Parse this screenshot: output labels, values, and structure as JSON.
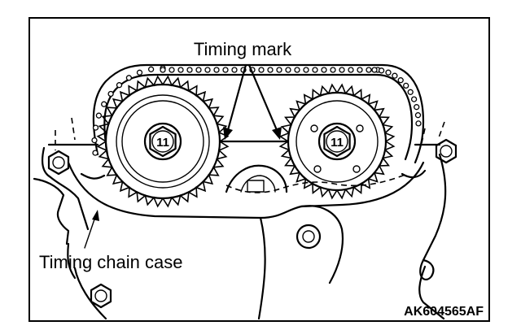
{
  "labels": {
    "timing_mark": "Timing mark",
    "timing_chain_case": "Timing chain case",
    "bolt_number_left": "11",
    "bolt_number_right": "11",
    "figure_code": "AK604565AF"
  },
  "gears": {
    "left_teeth": 40,
    "right_teeth": 36
  },
  "chain_links": 64
}
